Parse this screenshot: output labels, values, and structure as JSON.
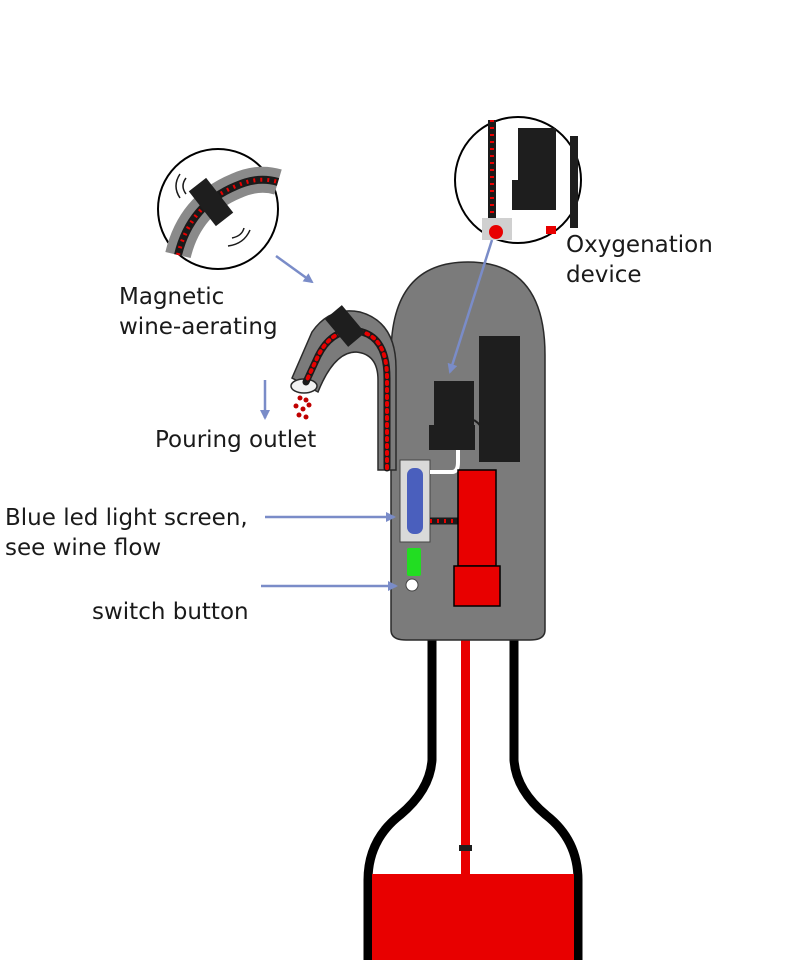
{
  "labels": {
    "magnetic": [
      "Magnetic",
      "wine-aerating"
    ],
    "oxygenation": [
      "Oxygenation",
      "device"
    ],
    "pouring": "Pouring outlet",
    "blue_led": [
      "Blue led light screen,",
      "see wine flow"
    ],
    "switch": "switch button"
  },
  "colors": {
    "body": "#7b7b7b",
    "wine": "#e80000",
    "led": "#4a5fbd",
    "indicator": "#22dd22",
    "arrow": "#7a8cc8",
    "component": "#1e1e1e",
    "outline": "#000000"
  }
}
